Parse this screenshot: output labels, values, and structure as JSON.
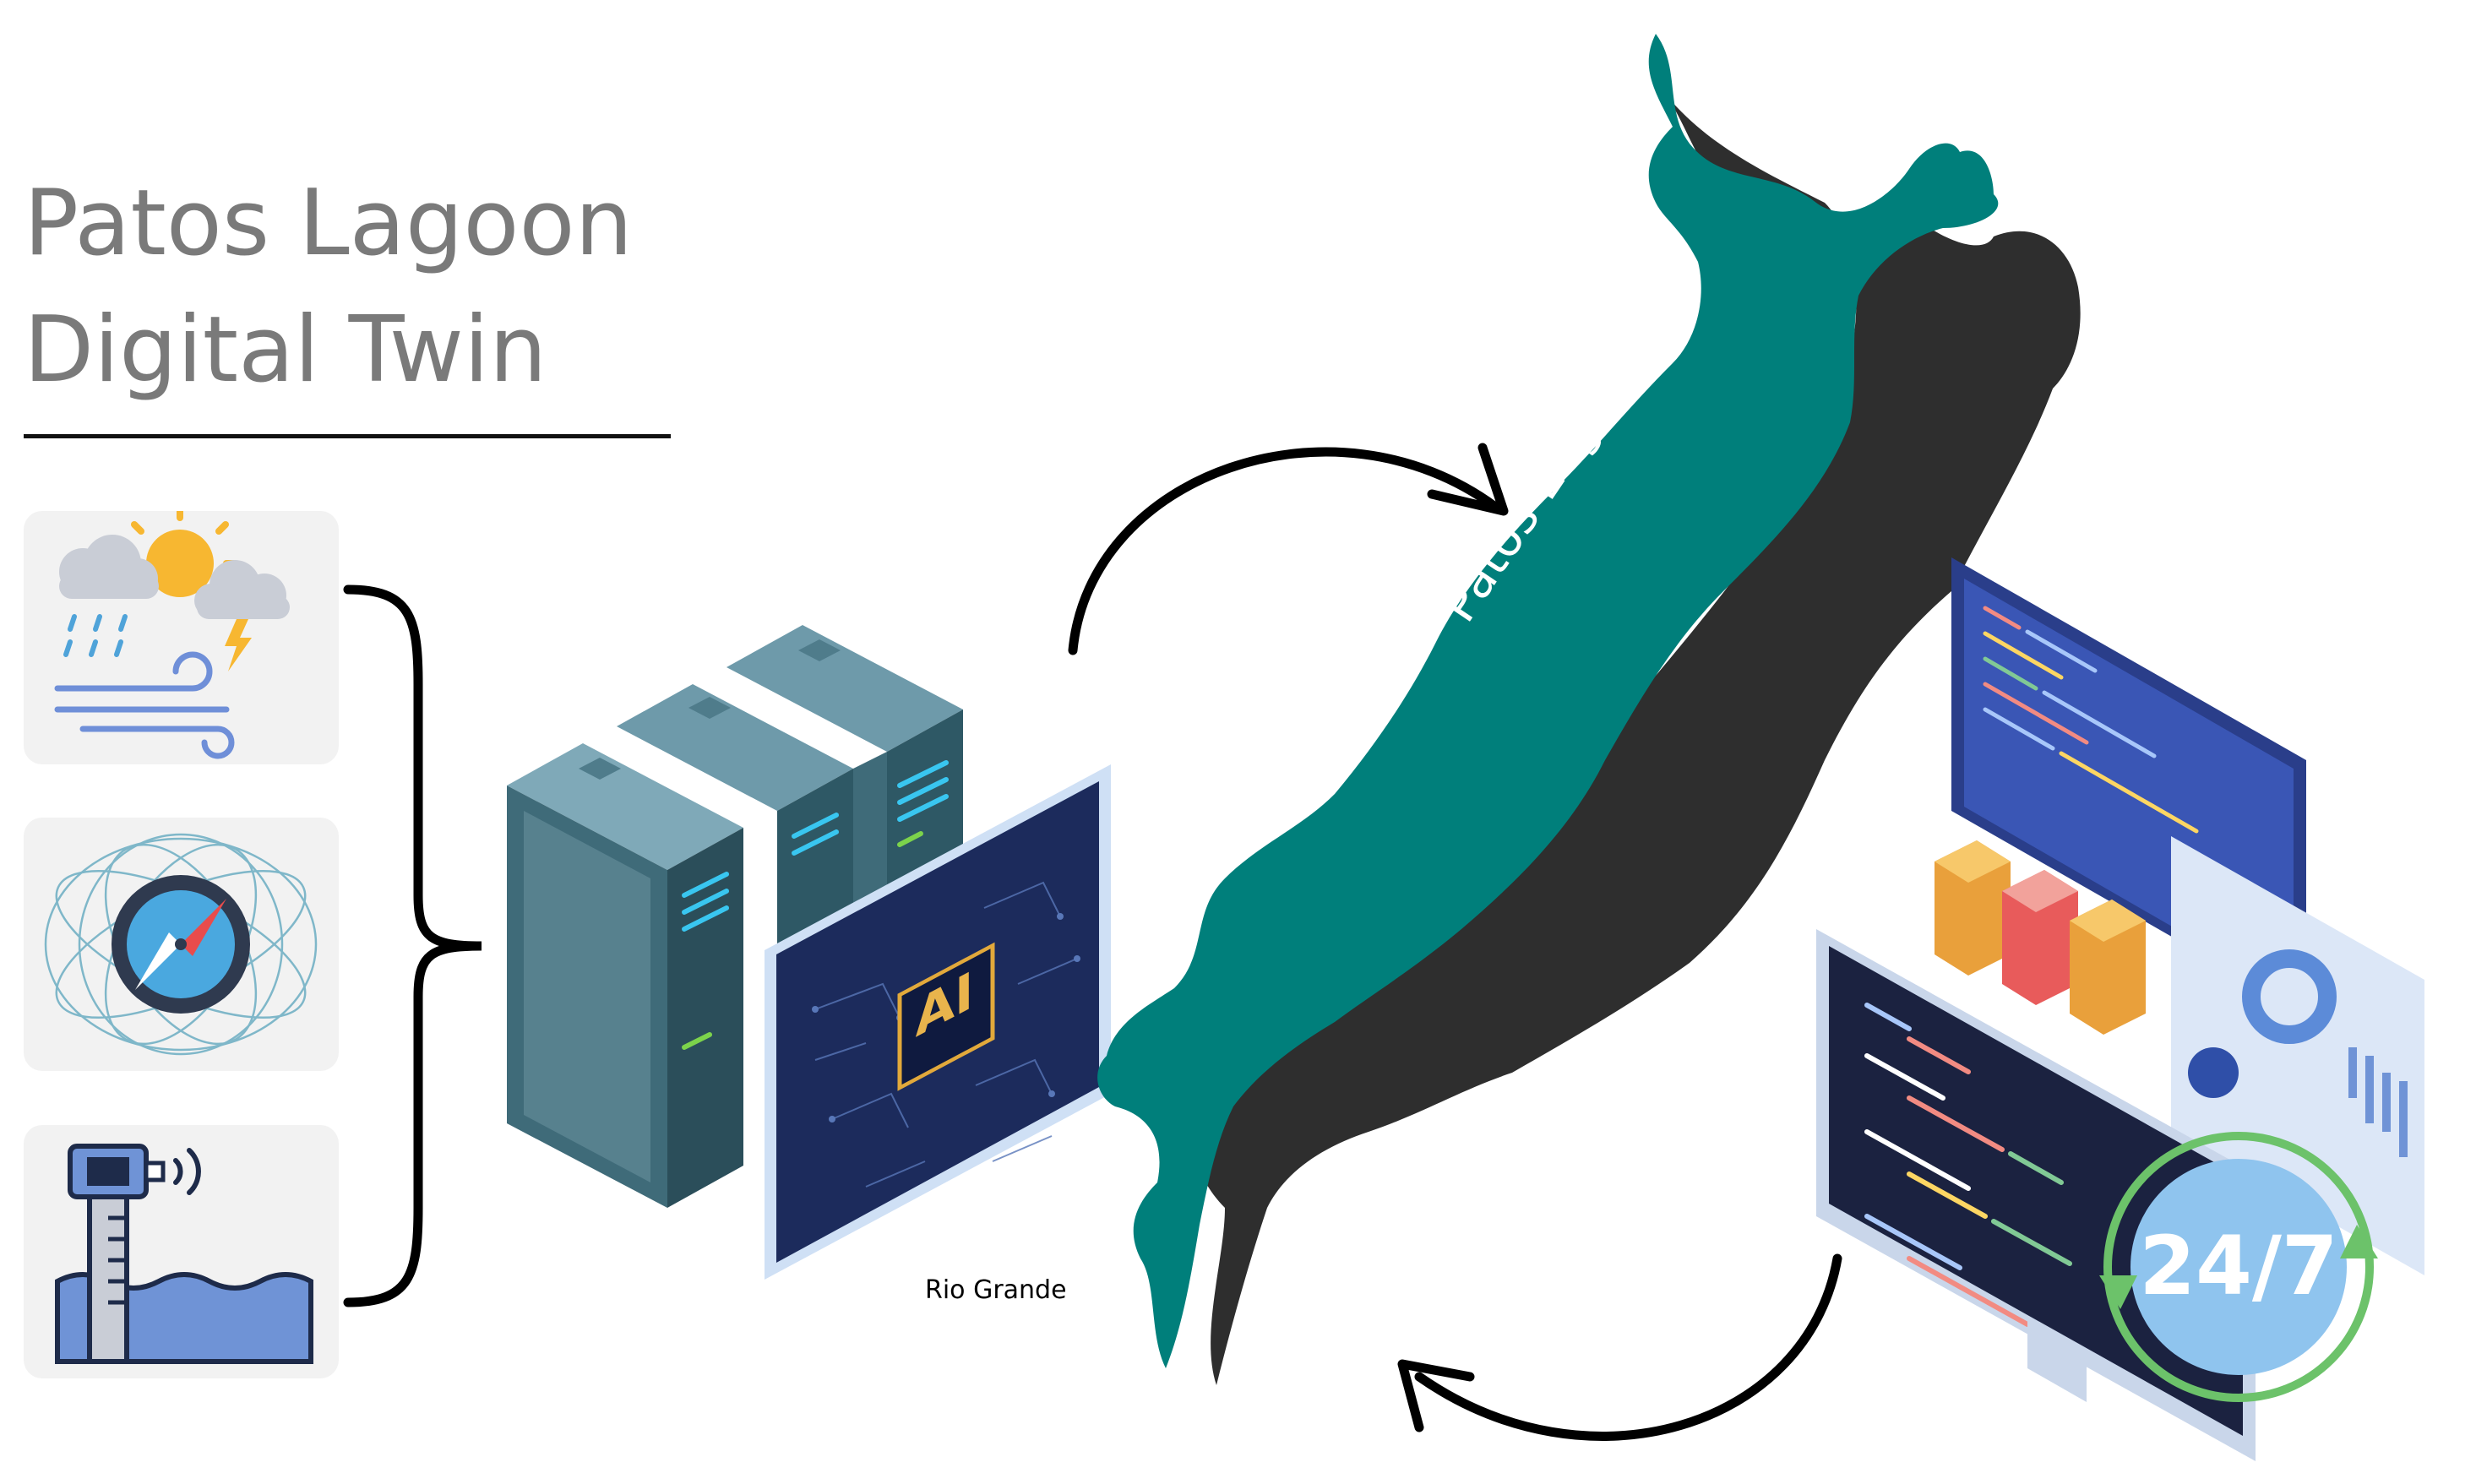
{
  "title": {
    "line1": "Patos Lagoon",
    "line2": "Digital Twin"
  },
  "inputs": [
    {
      "icon": "weather-icon"
    },
    {
      "icon": "compass-globe-icon"
    },
    {
      "icon": "water-level-sensor-icon"
    }
  ],
  "processing": {
    "servers_icon": "server-rack-icon",
    "ai_chip_label": "AI"
  },
  "map": {
    "lagoon_label": "Patos Lagoon",
    "city_label": "Rio Grande",
    "lagoon_color": "#007F7B",
    "shadow_color": "#2E2E2E"
  },
  "outputs": {
    "availability_label": "24/7",
    "availability_color": "#6CC26A",
    "monitor_icon": "code-monitor-icon",
    "dashboard_icon": "dashboard-icon"
  }
}
